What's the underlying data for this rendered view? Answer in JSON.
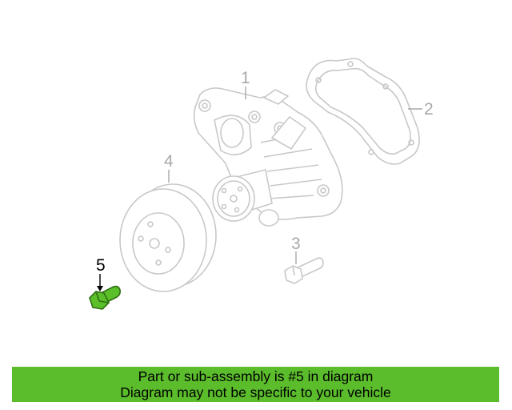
{
  "colors": {
    "faded_line": "#c8c8c8",
    "faded_label": "#a8a8a8",
    "highlight_fill": "#5bbf2a",
    "highlight_stroke": "#2f6e12",
    "banner_bg": "#5bbd2b",
    "banner_text": "#000000"
  },
  "callouts": {
    "part1": "1",
    "part2": "2",
    "part3": "3",
    "part4": "4",
    "part5": "5"
  },
  "banner": {
    "line1": "Part or sub-assembly is #5 in diagram",
    "line2": "Diagram may not be specific to your vehicle"
  }
}
